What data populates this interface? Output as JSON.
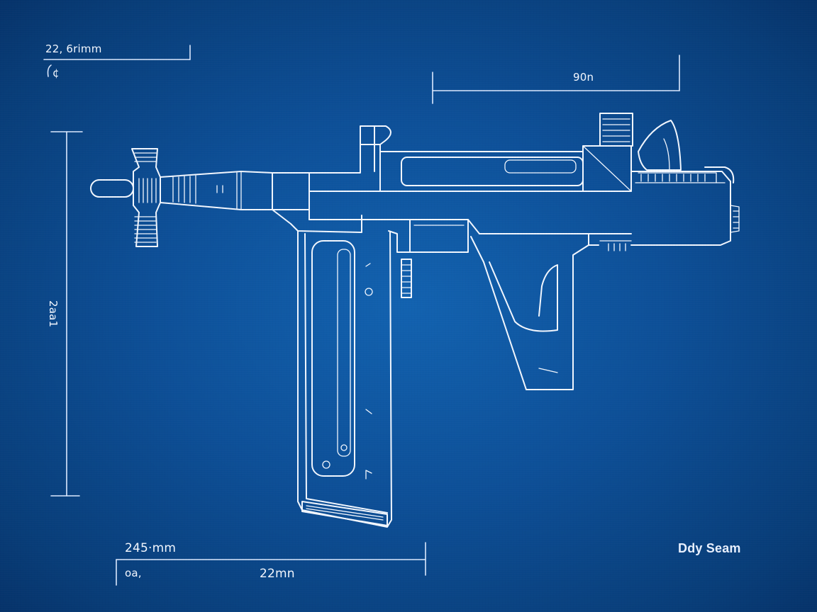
{
  "dimensions": {
    "top_left_label": "22, 6rimm",
    "top_left_sub": "¢",
    "top_right_label": "90n",
    "left_vertical_label": "2aa1",
    "bottom_left_label": "245·mm",
    "bottom_left_sub": "oa,",
    "bottom_center_label": "22mn"
  },
  "signature": "Ddy Seam",
  "colors": {
    "background": "#0d4f97",
    "line": "#f2f7ff"
  }
}
